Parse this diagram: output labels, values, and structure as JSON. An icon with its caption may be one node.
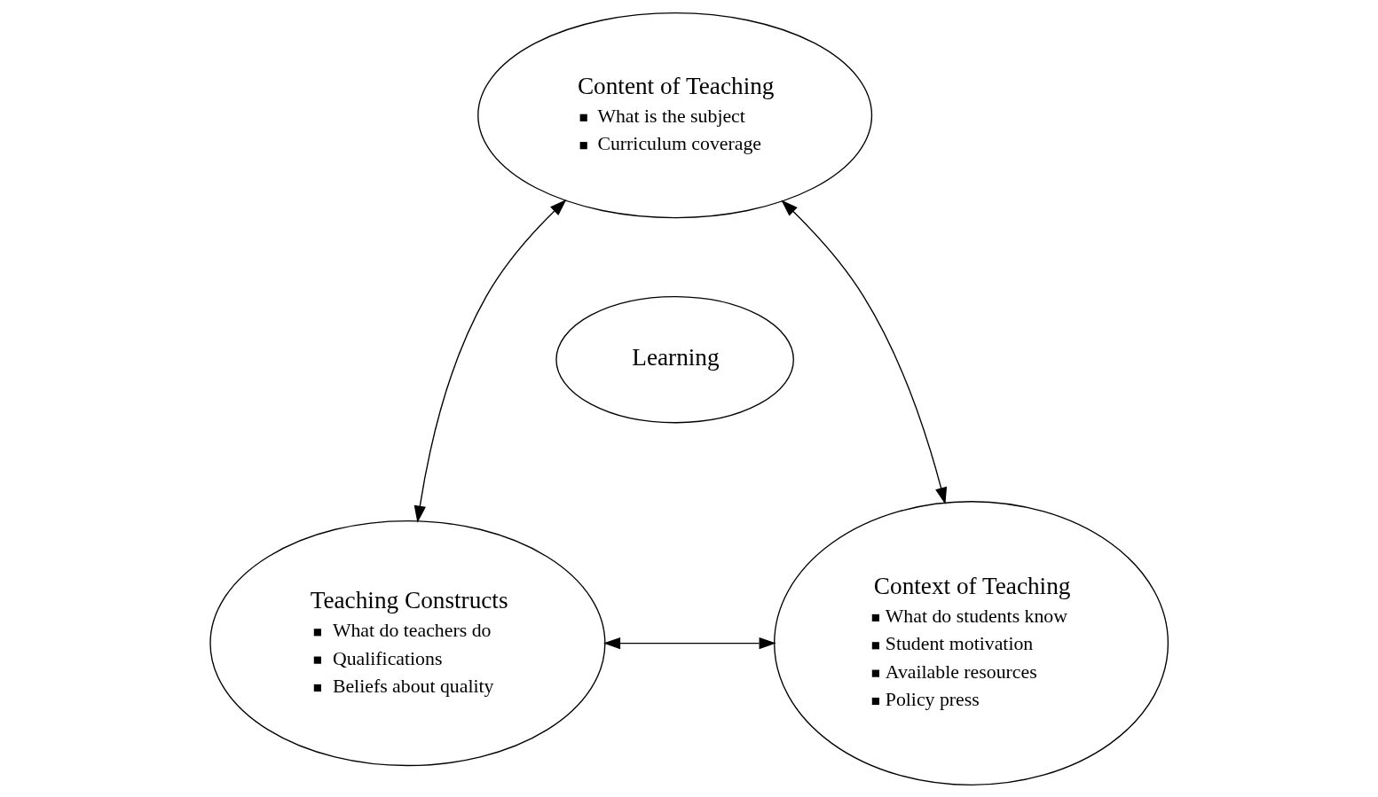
{
  "diagram": {
    "nodes": [
      {
        "text": [
          "Content of Teaching",
          "What is the subject",
          "Curriculum coverage"
        ]
      },
      {
        "text": [
          "Learning"
        ]
      },
      {
        "text": [
          "Teaching Constructs",
          "What do teachers do",
          "Qualifications",
          "Beliefs about quality"
        ]
      },
      {
        "text": [
          "Context of Teaching",
          "What do students know",
          "Student motivation",
          "Available resources",
          "Policy press"
        ]
      }
    ],
    "edges": [
      {
        "from": 0,
        "to": 2,
        "arrow": "both"
      },
      {
        "from": 0,
        "to": 3,
        "arrow": "both"
      },
      {
        "from": 2,
        "to": 3,
        "arrow": "both"
      }
    ]
  }
}
